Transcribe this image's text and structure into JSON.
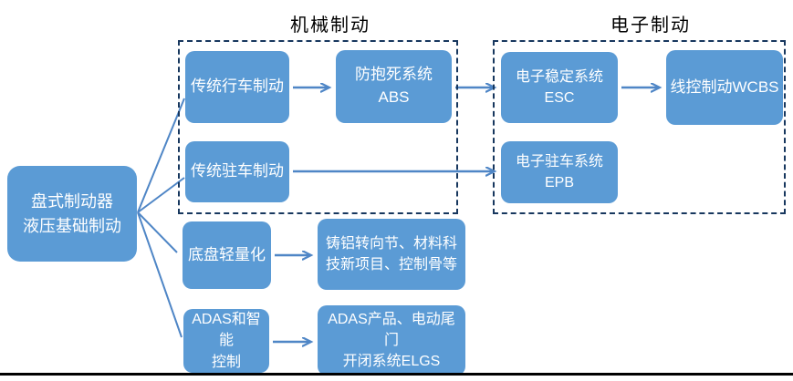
{
  "diagram": {
    "group_labels": {
      "mechanical": "机械制动",
      "electronic": "电子制动"
    },
    "root": {
      "line1": "盘式制动器",
      "line2": "液压基础制动"
    },
    "nodes": {
      "service_brake": "传统行车制动",
      "abs": "防抱死系统ABS",
      "parking_brake": "传统驻车制动",
      "esc": "电子稳定系统ESC",
      "wcbs": "线控制动WCBS",
      "epb": "电子驻车系统EPB",
      "lightweight": "底盘轻量化",
      "lightweight_products": {
        "line1": "铸铝转向节、材料科",
        "line2": "技新项目、控制骨等"
      },
      "adas": {
        "line1": "ADAS和智能",
        "line2": "控制"
      },
      "adas_products": {
        "line1": "ADAS产品、电动尾门",
        "line2": "开闭系统ELGS"
      }
    },
    "colors": {
      "node_fill": "#5B9BD5",
      "node_text": "#FFFFFF",
      "connector": "#4F86C6",
      "group_border": "#17375E",
      "label_text": "#000000",
      "bottom_rule": "#000000"
    }
  }
}
